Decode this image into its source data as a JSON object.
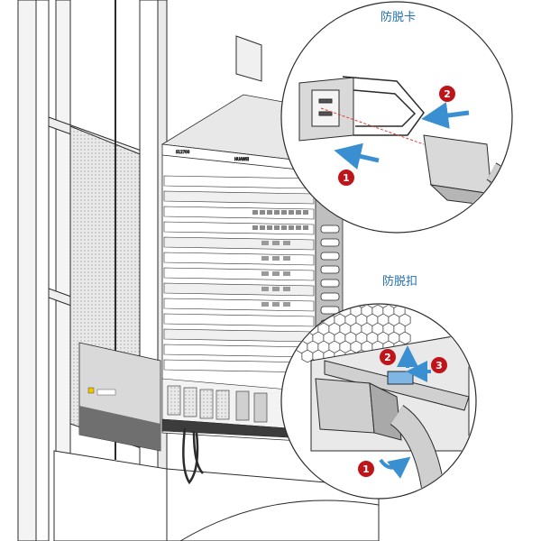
{
  "callouts": {
    "anti_detach_clip_label": "防脱卡",
    "anti_detach_buckle_label": "防脱扣"
  },
  "steps": {
    "clip": [
      "1",
      "2"
    ],
    "buckle": [
      "1",
      "2",
      "3"
    ]
  },
  "device": {
    "brand_text": "HUAWEI"
  },
  "colors": {
    "label": "#1f6fb2",
    "step_badge": "#c0141b",
    "arrow": "#3a8fd1",
    "line": "#2b2b2b",
    "rack_fill": "#ffffff",
    "panel_grey": "#d9d9d9"
  }
}
